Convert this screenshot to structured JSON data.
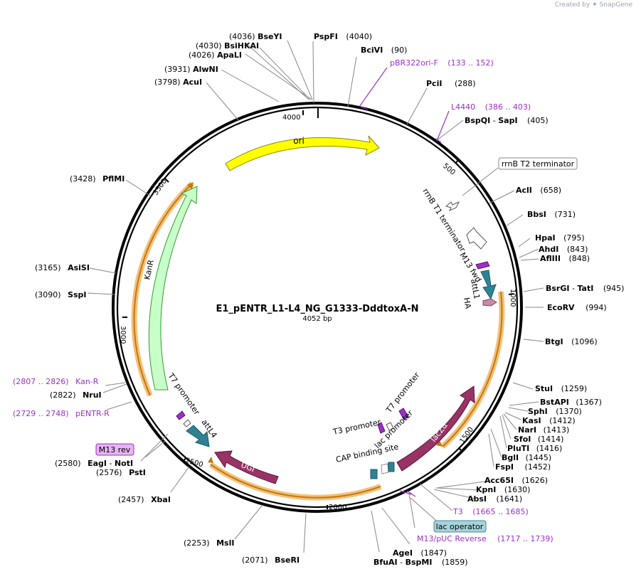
{
  "watermark": {
    "prefix": "Created by",
    "brand": "SnapGene"
  },
  "plasmid": {
    "name": "E1_pENTR_L1-L4_NG_G1333-DddtoxA-N",
    "size_label": "4052 bp"
  },
  "colors": {
    "primer": "#9b30c8",
    "ori": "#ffff00",
    "kanR": "#c8ffc8",
    "lacZa": "#993366",
    "ugi": "#993366",
    "att": "#2e8294",
    "selection": "#f5c078",
    "sel_stroke": "#d08c1e",
    "lac_box": "#a7d3db",
    "m13rev_box": "#e6b4f0"
  },
  "enzymes": [
    {
      "name": "PspFI",
      "pos": "(4040)"
    },
    {
      "name": "BciVI",
      "pos": "(90)"
    },
    {
      "name": "PciI",
      "pos": "(288)"
    },
    {
      "name": "BspQI",
      "name2": "SapI",
      "pos": "(405)"
    },
    {
      "name": "AclI",
      "pos": "(658)"
    },
    {
      "name": "BbsI",
      "pos": "(731)"
    },
    {
      "name": "HpaI",
      "pos": "(795)"
    },
    {
      "name": "AhdI",
      "pos": "(843)"
    },
    {
      "name": "AflIII",
      "pos": "(848)"
    },
    {
      "name": "BsrGI",
      "name2": "TatI",
      "pos": "(945)"
    },
    {
      "name": "EcoRV",
      "pos": "(994)"
    },
    {
      "name": "BtgI",
      "pos": "(1096)"
    },
    {
      "name": "StuI",
      "pos": "(1259)"
    },
    {
      "name": "BstAPI",
      "pos": "(1367)"
    },
    {
      "name": "SphI",
      "pos": "(1370)"
    },
    {
      "name": "KasI",
      "pos": "(1412)"
    },
    {
      "name": "NarI",
      "pos": "(1413)"
    },
    {
      "name": "SfoI",
      "pos": "(1414)"
    },
    {
      "name": "PluTI",
      "pos": "(1416)"
    },
    {
      "name": "BglI",
      "pos": "(1445)"
    },
    {
      "name": "FspI",
      "pos": "(1452)"
    },
    {
      "name": "Acc65I",
      "pos": "(1626)"
    },
    {
      "name": "KpnI",
      "pos": "(1630)"
    },
    {
      "name": "AbsI",
      "pos": "(1641)"
    },
    {
      "name": "AgeI",
      "pos": "(1847)"
    },
    {
      "name": "BfuAI",
      "name2": "BspMI",
      "pos": "(1859)"
    },
    {
      "name": "BseRI",
      "pos": "(2071)"
    },
    {
      "name": "MslI",
      "pos": "(2253)"
    },
    {
      "name": "XbaI",
      "pos": "(2457)"
    },
    {
      "name": "PstI",
      "pos": "(2576)"
    },
    {
      "name": "EagI",
      "name2": "NotI",
      "pos": "(2580)"
    },
    {
      "name": "NruI",
      "pos": "(2822)"
    },
    {
      "name": "SspI",
      "pos": "(3090)"
    },
    {
      "name": "AsiSI",
      "pos": "(3165)"
    },
    {
      "name": "PflMI",
      "pos": "(3428)"
    },
    {
      "name": "AcuI",
      "pos": "(3798)"
    },
    {
      "name": "AlwNI",
      "pos": "(3931)"
    },
    {
      "name": "ApaLI",
      "pos": "(4026)"
    },
    {
      "name": "BsiHKAI",
      "pos": "(4030)"
    },
    {
      "name": "BseYI",
      "pos": "(4036)"
    }
  ],
  "primer_labels": [
    {
      "name": "pBR322ori-F",
      "range": "(133 .. 152)"
    },
    {
      "name": "L4440",
      "range": "(386 .. 403)"
    },
    {
      "name": "T3",
      "range": "(1665 .. 1685)"
    },
    {
      "name": "M13/pUC Reverse",
      "range": "(1717 .. 1739)"
    },
    {
      "name": "Kan-R",
      "range": "(2807 .. 2826)"
    },
    {
      "name": "pENTR-R",
      "range": "(2729 .. 2748)"
    }
  ],
  "boxed_labels": {
    "rrnb_t2": "rrnB T2 terminator",
    "lac_operator": "lac operator",
    "m13_rev": "M13 rev"
  },
  "features": {
    "ori": "ori",
    "kanR": "KanR",
    "lacZa": "lacZα",
    "ugi": "UGI",
    "rrnb_t1": "rrnB T1 terminator",
    "m13_fwd": "M13 fwd",
    "attL1": "attL1",
    "ha": "HA",
    "t3_promoter": "T3 promoter",
    "t7_promoter_right": "T7 promoter",
    "cap_site": "CAP binding site",
    "lac_promoter": "lac promoter",
    "t7_promoter_left": "T7 promoter",
    "attL4": "attL4"
  },
  "ticks": {
    "t500": "500",
    "t1000": "1000",
    "t1500": "1500",
    "t2000": "2000",
    "t2500": "2500",
    "t3000": "3000",
    "t3500": "3500",
    "t4000": "4000"
  }
}
